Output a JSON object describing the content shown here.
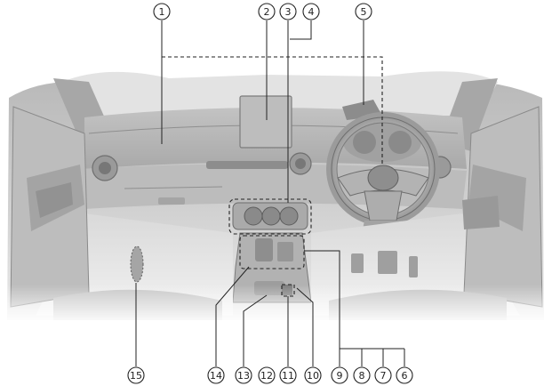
{
  "figure": {
    "subject": "interior-dashboard-right-hand-drive"
  },
  "callouts": [
    {
      "id": 1,
      "label": "1"
    },
    {
      "id": 2,
      "label": "2"
    },
    {
      "id": 3,
      "label": "3"
    },
    {
      "id": 4,
      "label": "4"
    },
    {
      "id": 5,
      "label": "5"
    },
    {
      "id": 6,
      "label": "6"
    },
    {
      "id": 7,
      "label": "7"
    },
    {
      "id": 8,
      "label": "8"
    },
    {
      "id": 9,
      "label": "9"
    },
    {
      "id": 10,
      "label": "10"
    },
    {
      "id": 11,
      "label": "11"
    },
    {
      "id": 12,
      "label": "12"
    },
    {
      "id": 13,
      "label": "13"
    },
    {
      "id": 14,
      "label": "14"
    },
    {
      "id": 15,
      "label": "15"
    }
  ]
}
